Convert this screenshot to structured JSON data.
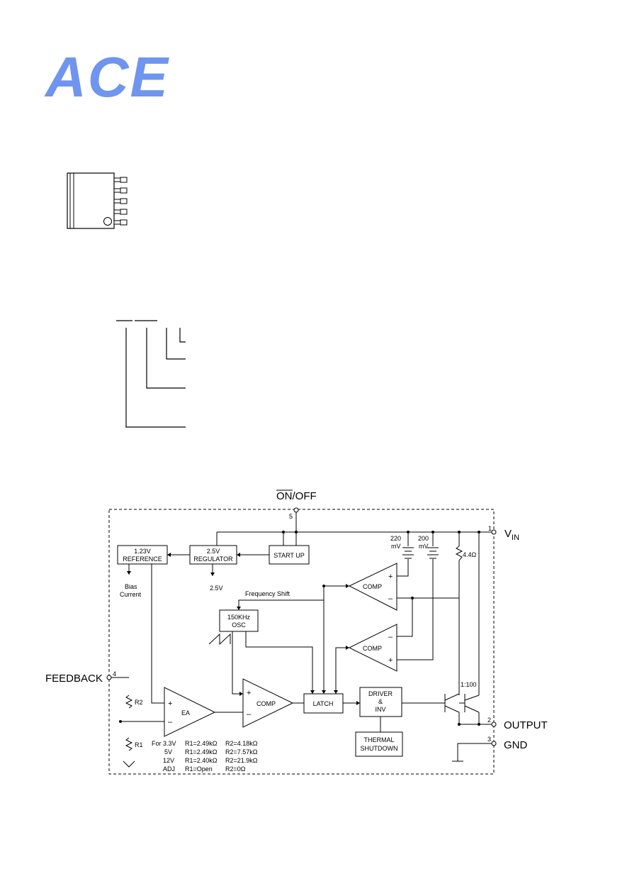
{
  "logo": {
    "text": "ACE",
    "color": "#6f95ee"
  },
  "block_diagram": {
    "pins": {
      "on_off": {
        "number": "5",
        "label": "ON/OFF"
      },
      "vin": {
        "number": "1",
        "label": "V",
        "sub": "IN"
      },
      "output": {
        "number": "2",
        "label": "OUTPUT"
      },
      "gnd": {
        "number": "3",
        "label": "GND"
      },
      "feedback": {
        "number": "4",
        "label": "FEEDBACK"
      }
    },
    "blocks": {
      "reference": [
        "1.23V",
        "REFERENCE"
      ],
      "regulator": [
        "2.5V",
        "REGULATOR"
      ],
      "start_up": "START UP",
      "osc": [
        "150KHz",
        "OSC"
      ],
      "latch": "LATCH",
      "driver": [
        "DRIVER",
        "&",
        "INV"
      ],
      "thermal": [
        "THERMAL",
        "SHUTDOWN"
      ],
      "comp_upper": "COMP",
      "comp_lower": "COMP",
      "comp_main": "COMP",
      "ea": "EA"
    },
    "labels": {
      "bias_current": [
        "Bias",
        "Current"
      ],
      "v25": "2.5V",
      "freq_shift": "Frequency Shift",
      "v220": [
        "220",
        "mV"
      ],
      "v200": [
        "200",
        "mV"
      ],
      "r44": "4.4Ω",
      "ratio": "1:100",
      "r2": "R2",
      "r1": "R1",
      "plus": "+",
      "minus": "–"
    },
    "resistor_table": [
      [
        "For 3.3V",
        "R1=2.49kΩ",
        "R2=4.18kΩ"
      ],
      [
        "5V",
        "R1=2.49kΩ",
        "R2=7.57kΩ"
      ],
      [
        "12V",
        "R1=2.40kΩ",
        "R2=21.9kΩ"
      ],
      [
        "ADJ",
        "R1=Open",
        "R2=0Ω"
      ]
    ]
  }
}
